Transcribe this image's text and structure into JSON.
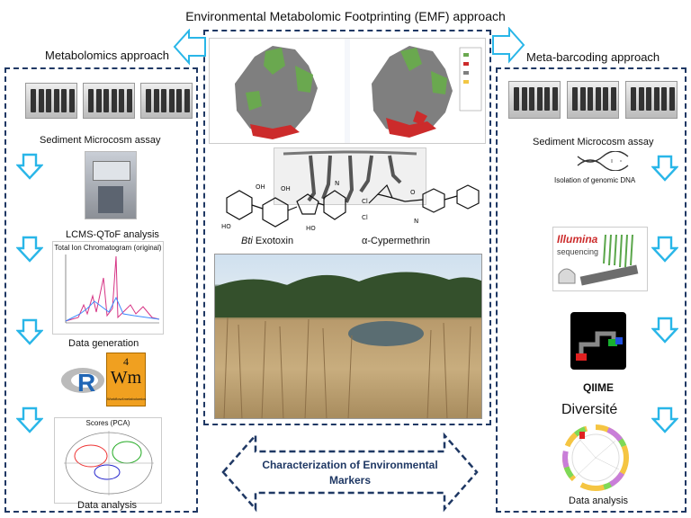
{
  "title": "Environmental Metabolomic Footprinting (EMF) approach",
  "left": {
    "heading": "Metabolomics approach",
    "steps": [
      "Sediment Microcosm assay",
      "LCMS-QToF analysis",
      "Data generation",
      "Data analysis"
    ],
    "chromatogram_title": "Total Ion Chromatogram (original)",
    "pca_title": "Scores (PCA)",
    "r_logo_letter": "R",
    "wm_number": "4",
    "wm_text": "Wm",
    "wm_caption": "Workflow4metabolomics"
  },
  "right": {
    "heading": "Meta-barcoding approach",
    "steps": [
      "Sediment Microcosm assay",
      "Isolation of genomic DNA",
      "Data analysis"
    ],
    "illumina_line1": "Illumina",
    "illumina_line2": "sequencing",
    "qiime": "QIIME",
    "diversite": "Diversité"
  },
  "center": {
    "bti_label_italic": "Bti",
    "bti_label_rest": " Exotoxin",
    "cyper_label": "α-Cypermethrin"
  },
  "bottom_label_line1": "Characterization of Environmental",
  "bottom_label_line2": "Markers",
  "colors": {
    "frame": "#1f3864",
    "chevron": "#29b6e8"
  }
}
